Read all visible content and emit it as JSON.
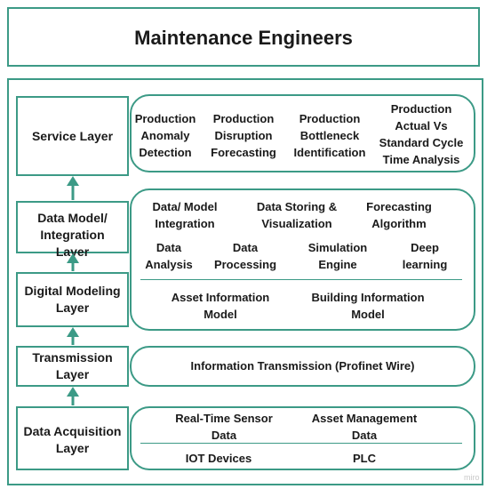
{
  "title": "Maintenance Engineers",
  "layers": {
    "service": "Service Layer",
    "data_model": "Data Model/ Integration Layer",
    "digital_modeling": "Digital Modeling Layer",
    "transmission": "Transmission Layer",
    "data_acquisition": "Data Acquisition Layer"
  },
  "service_items": [
    "Production Anomaly Detection",
    "Production Disruption Forecasting",
    "Production Bottleneck Identification",
    "Production Actual Vs Standard Cycle Time Analysis"
  ],
  "modeling_items": {
    "row1": [
      "Data/ Model Integration",
      "Data Storing & Visualization",
      "Forecasting Algorithm"
    ],
    "row2": [
      "Data Analysis",
      "Data Processing",
      "Simulation Engine",
      "Deep learning"
    ],
    "row3": [
      "Asset Information Model",
      "Building Information Model"
    ]
  },
  "transmission_item": "Information Transmission (Profinet Wire)",
  "acquisition_items": {
    "row1": [
      "Real-Time Sensor Data",
      "Asset Management Data"
    ],
    "row2": [
      "IOT Devices",
      "PLC"
    ]
  },
  "watermark": "miro",
  "colors": {
    "accent": "#3c9a86",
    "text": "#1a1a1a"
  }
}
